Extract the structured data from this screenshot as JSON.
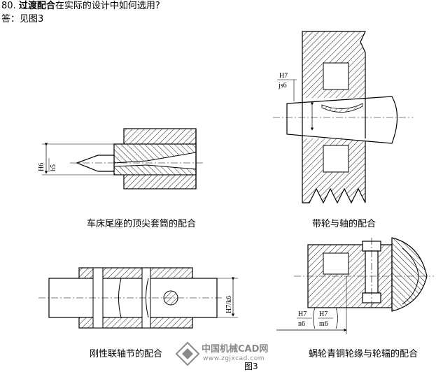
{
  "question": {
    "number": "80.",
    "bold": "过渡配合",
    "rest": "在实际的设计中如何选用?"
  },
  "answer": "答：见图3",
  "figures": {
    "tailstock": {
      "caption": "车床尾座的顶尖套筒的配合",
      "fit_num": "H6",
      "fit_den": "h5"
    },
    "pulley": {
      "caption": "带轮与轴的配合",
      "fit_num": "H7",
      "fit_den": "js6"
    },
    "coupling": {
      "caption": "刚性联轴节的配合",
      "fit": "H7/k6"
    },
    "worm": {
      "caption": "蜗轮青铜轮缘与轮辐的配合",
      "fit1_num": "H7",
      "fit1_den": "n6",
      "fit2_num": "H7",
      "fit2_den": "m6"
    }
  },
  "figure_label": "图3",
  "watermark": {
    "title": "中国机械CAD网",
    "url": "www.zgjxcad.com"
  }
}
